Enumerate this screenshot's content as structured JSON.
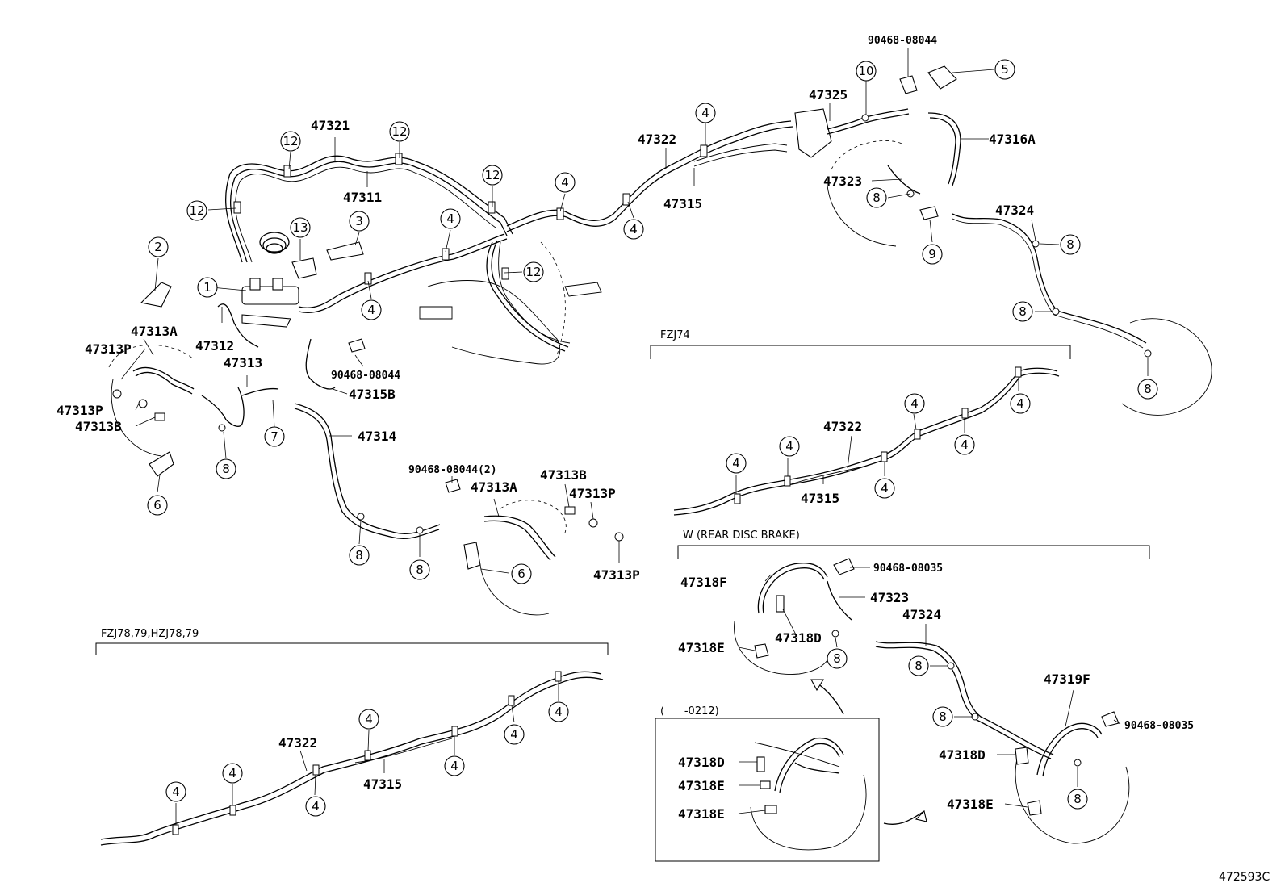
{
  "figure_code": "472593C",
  "sections": {
    "fzj74": "FZJ74",
    "rear_disc_brake": "W (REAR DISC BRAKE)",
    "fzj78": "FZJ78,79,HZJ78,79",
    "date_range": "(      -0212)"
  },
  "labels": {
    "p47321": "47321",
    "p47311": "47311",
    "p47322_top": "47322",
    "p47315_top": "47315",
    "p47325": "47325",
    "p90468_top": "90468-08044",
    "p47316A": "47316A",
    "p47323_top": "47323",
    "p47324_top": "47324",
    "p47313A_left": "47313A",
    "p47313P_left1": "47313P",
    "p47313P_left2": "47313P",
    "p47313B_left": "47313B",
    "p47312": "47312",
    "p47313": "47313",
    "p90468_mid": "90468-08044",
    "p47315B": "47315B",
    "p47314": "47314",
    "p90468_2": "90468-08044(2)",
    "p47313A_right": "47313A",
    "p47313B_right": "47313B",
    "p47313P_right1": "47313P",
    "p47313P_right2": "47313P",
    "p47322_fzj74": "47322",
    "p47315_fzj74": "47315",
    "p47318F": "47318F",
    "p90468_08035_a": "90468-08035",
    "p47323_rd": "47323",
    "p47318D_rd": "47318D",
    "p47318E_rd": "47318E",
    "p47324_rd": "47324",
    "p47319F": "47319F",
    "p90468_08035_b": "90468-08035",
    "p47318D_rd2": "47318D",
    "p47318E_rd2": "47318E",
    "p47318D_box": "47318D",
    "p47318E_box1": "47318E",
    "p47318E_box2": "47318E",
    "p47322_fzj78": "47322",
    "p47315_fzj78": "47315"
  },
  "callouts": {
    "c1": "1",
    "c2": "2",
    "c3": "3",
    "c4": "4",
    "c5": "5",
    "c6": "6",
    "c7": "7",
    "c8": "8",
    "c9": "9",
    "c10": "10",
    "c12": "12",
    "c13": "13"
  }
}
